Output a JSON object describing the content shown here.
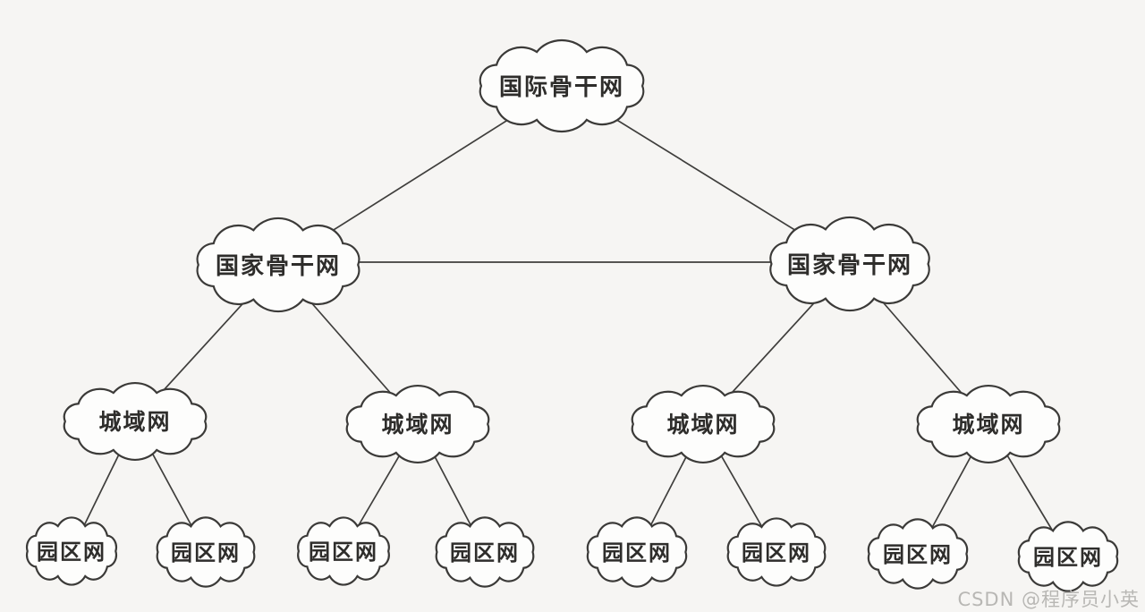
{
  "diagram": {
    "type": "network-hierarchy-cloud-diagram",
    "nodes": [
      {
        "id": "international-backbone",
        "label": "国际骨干网",
        "level": 1
      },
      {
        "id": "national-backbone-left",
        "label": "国家骨干网",
        "level": 2
      },
      {
        "id": "national-backbone-right",
        "label": "国家骨干网",
        "level": 2
      },
      {
        "id": "metro-1",
        "label": "城域网",
        "level": 3
      },
      {
        "id": "metro-2",
        "label": "城域网",
        "level": 3
      },
      {
        "id": "metro-3",
        "label": "城域网",
        "level": 3
      },
      {
        "id": "metro-4",
        "label": "城域网",
        "level": 3
      },
      {
        "id": "campus-1",
        "label": "园区网",
        "level": 4
      },
      {
        "id": "campus-2",
        "label": "园区网",
        "level": 4
      },
      {
        "id": "campus-3",
        "label": "园区网",
        "level": 4
      },
      {
        "id": "campus-4",
        "label": "园区网",
        "level": 4
      },
      {
        "id": "campus-5",
        "label": "园区网",
        "level": 4
      },
      {
        "id": "campus-6",
        "label": "园区网",
        "level": 4
      },
      {
        "id": "campus-7",
        "label": "园区网",
        "level": 4
      },
      {
        "id": "campus-8",
        "label": "园区网",
        "level": 4
      }
    ],
    "edges": [
      [
        "international-backbone",
        "national-backbone-left"
      ],
      [
        "international-backbone",
        "national-backbone-right"
      ],
      [
        "national-backbone-left",
        "national-backbone-right"
      ],
      [
        "national-backbone-left",
        "metro-1"
      ],
      [
        "national-backbone-left",
        "metro-2"
      ],
      [
        "national-backbone-right",
        "metro-3"
      ],
      [
        "national-backbone-right",
        "metro-4"
      ],
      [
        "metro-1",
        "campus-1"
      ],
      [
        "metro-1",
        "campus-2"
      ],
      [
        "metro-2",
        "campus-3"
      ],
      [
        "metro-2",
        "campus-4"
      ],
      [
        "metro-3",
        "campus-5"
      ],
      [
        "metro-3",
        "campus-6"
      ],
      [
        "metro-4",
        "campus-7"
      ],
      [
        "metro-4",
        "campus-8"
      ]
    ],
    "watermark": "CSDN @程序员小英",
    "colors": {
      "background": "#f6f5f3",
      "cloud_fill": "#fdfdfc",
      "outline": "#3b3a38",
      "label_text": "#2e2d2b",
      "watermark_text": "#b8b7b4"
    }
  }
}
